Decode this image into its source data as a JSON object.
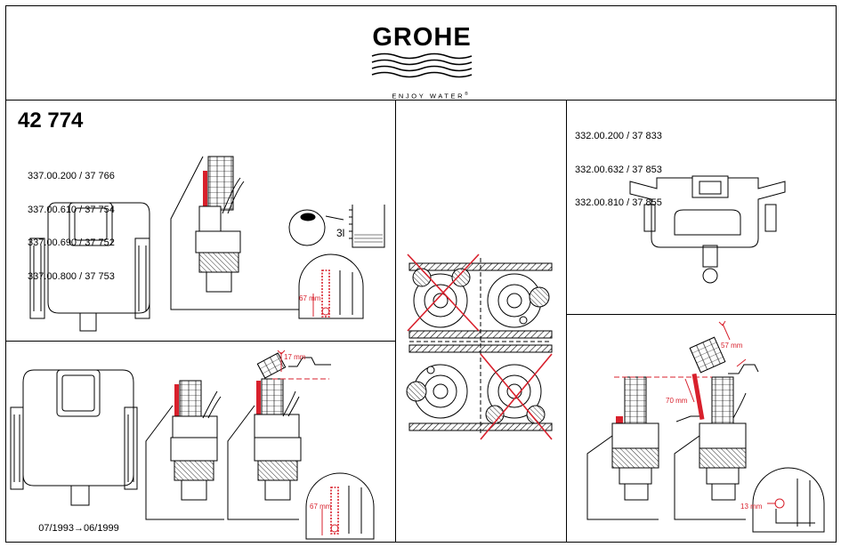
{
  "brand": {
    "name": "GROHE",
    "tagline": "ENJOY WATER",
    "registered_mark": "®"
  },
  "product": {
    "number": "42 774",
    "parts_left": [
      "337.00.200 / 37 766",
      "337.00.610 / 37 754",
      "337.00.690 / 37 752",
      "337.00.800 / 37 753"
    ],
    "parts_right": [
      "332.00.200 / 37 833",
      "332.00.632 / 37 853",
      "332.00.810 / 37 855"
    ],
    "date_range_start": "07/1993",
    "date_range_arrow": "→",
    "date_range_end": "06/1999"
  },
  "dimensions": {
    "tank_volume": "3l",
    "height_1": "67 mm",
    "height_2": "17 mm",
    "height_3": "67 mm",
    "height_4": "57 mm",
    "height_5": "70 mm",
    "height_6": "13 mm"
  },
  "colors": {
    "accent_red": "#d8202c",
    "line": "#000000"
  }
}
